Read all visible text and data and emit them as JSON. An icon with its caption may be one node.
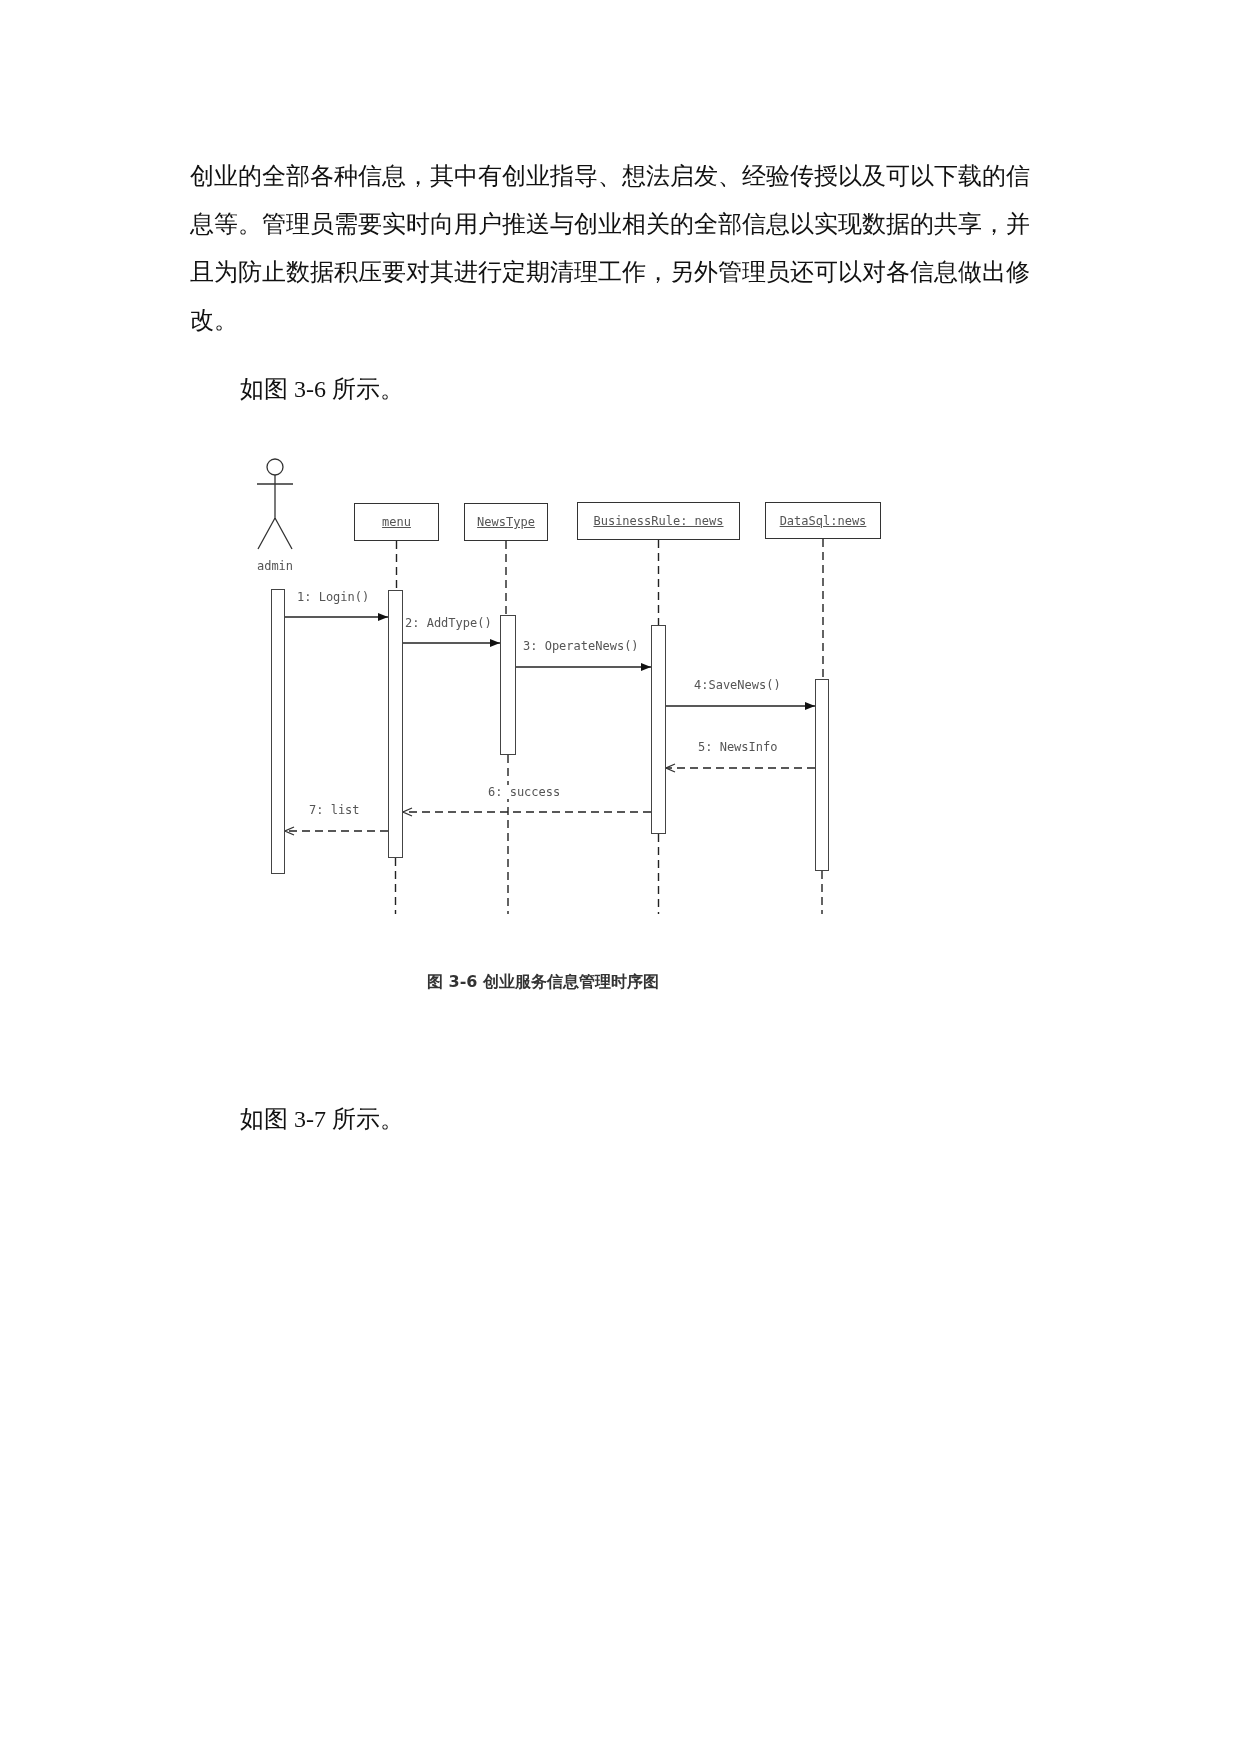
{
  "diagram": {
    "caption": "图 3-6 创业服务信息管理时序图",
    "nodes": [
      {
        "text": [
          "admin"
        ]
      },
      {
        "text": [
          "menu"
        ]
      },
      {
        "text": [
          "NewsType"
        ]
      },
      {
        "text": [
          "BusinessRule: news"
        ]
      },
      {
        "text": [
          "DataSql:news"
        ]
      },
      {
        "text": [],
        "shape": "bar"
      },
      {
        "text": [],
        "shape": "bar"
      },
      {
        "text": [],
        "shape": "bar"
      },
      {
        "text": [],
        "shape": "bar"
      },
      {
        "text": [],
        "shape": "bar"
      }
    ],
    "edges": [
      {
        "from": 5,
        "to": 6,
        "arrow": "to",
        "label": "1: Login()"
      },
      {
        "from": 6,
        "to": 7,
        "arrow": "to",
        "label": "2: AddType()"
      },
      {
        "from": 7,
        "to": 8,
        "arrow": "to",
        "label": "3: OperateNews()"
      },
      {
        "from": 8,
        "to": 9,
        "arrow": "to",
        "label": "4:SaveNews()"
      },
      {
        "from": 9,
        "to": 8,
        "arrow": "to",
        "label": "5: NewsInfo",
        "style": "dashed"
      },
      {
        "from": 8,
        "to": 6,
        "arrow": "to",
        "label": "6: success",
        "style": "dashed"
      },
      {
        "from": 6,
        "to": 5,
        "arrow": "to",
        "label": "7: list",
        "style": "dashed"
      },
      {
        "from": 1,
        "to": 6,
        "arrow": "none",
        "style": "dashed"
      },
      {
        "from": 2,
        "to": 7,
        "arrow": "none",
        "style": "dashed"
      },
      {
        "from": 3,
        "to": 8,
        "arrow": "none",
        "style": "dashed"
      },
      {
        "from": 4,
        "to": 9,
        "arrow": "none",
        "style": "dashed"
      },
      {
        "from": 6,
        "to": null,
        "arrow": "none",
        "style": "dashed"
      },
      {
        "from": 7,
        "to": null,
        "arrow": "none",
        "style": "dashed"
      },
      {
        "from": 8,
        "to": null,
        "arrow": "none",
        "style": "dashed"
      },
      {
        "from": 9,
        "to": null,
        "arrow": "none",
        "style": "dashed"
      }
    ],
    "labels": [
      "创业的全部各种信息，其中有创业指导、想法启发、经验传授以及可以下载的信息等。管理员需要实时向用户推送与创业相关的全部信息以实现数据的共享，并且为防止数据积压要对其进行定期清理工作，另外管理员还可以对各信息做出修改。",
      "如图 3-6 所示。",
      "如图 3-7 所示。"
    ]
  }
}
